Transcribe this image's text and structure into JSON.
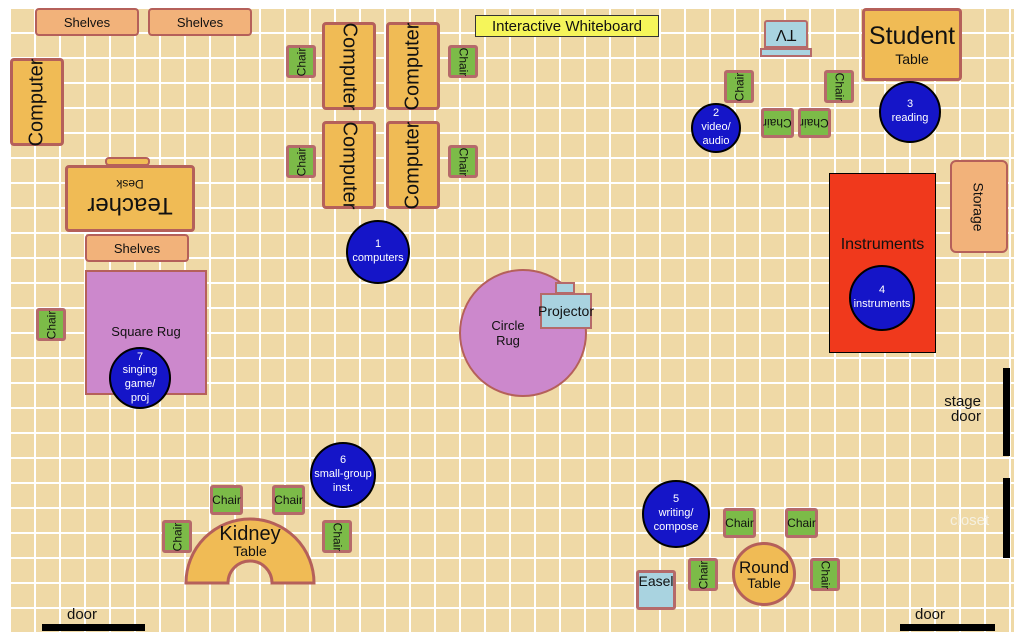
{
  "shelves": [
    "Shelves",
    "Shelves",
    "Shelves"
  ],
  "computer": "Computer",
  "teacher_desk": {
    "title": "Teacher",
    "sub": "Desk"
  },
  "whiteboard": "Interactive Whiteboard",
  "tv": "TV",
  "student_table": {
    "title": "Student",
    "sub": "Table"
  },
  "chair": "Chair",
  "storage": "Storage",
  "instruments": "Instruments",
  "circle_rug": {
    "title": "Circle",
    "sub": "Rug"
  },
  "projector": "Projector",
  "square_rug": "Square Rug",
  "kidney_table": {
    "title": "Kidney",
    "sub": "Table"
  },
  "round_table": {
    "title": "Round",
    "sub": "Table"
  },
  "easel": "Easel",
  "stage_door": {
    "line1": "stage",
    "line2": "door"
  },
  "closet": "closet",
  "door": "door",
  "stations": [
    {
      "num": "1",
      "label": "computers"
    },
    {
      "num": "2",
      "label": "video/ audio"
    },
    {
      "num": "3",
      "label": "reading"
    },
    {
      "num": "4",
      "label": "instruments"
    },
    {
      "num": "5",
      "label": "writing/ compose"
    },
    {
      "num": "6",
      "label": "small-group inst."
    },
    {
      "num": "7",
      "label": "singing game/ proj"
    }
  ],
  "colors": {
    "floor": "#efd9a6",
    "station": "#1515c8",
    "instruments": "#f0391c",
    "rug": "#cc88cc",
    "chair": "#7cbb48"
  }
}
